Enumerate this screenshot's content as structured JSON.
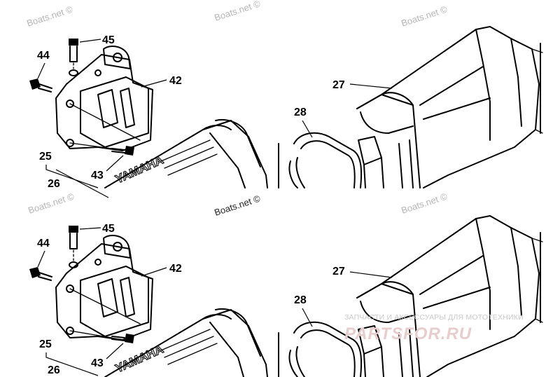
{
  "watermarks": {
    "site": "Boats.net ©",
    "brand_subtitle": "ЗАПЧАСТИ И АКСЕССУАРЫ ДЛЯ МОТОТЕХНИКИ",
    "brand_name": "PARTSFOR.RU"
  },
  "hull_text": "YAMAHA",
  "callouts": {
    "p45": "45",
    "p44": "44",
    "p42": "42",
    "p27": "27",
    "p28": "28",
    "p25": "25",
    "p26": "26",
    "p43": "43"
  }
}
